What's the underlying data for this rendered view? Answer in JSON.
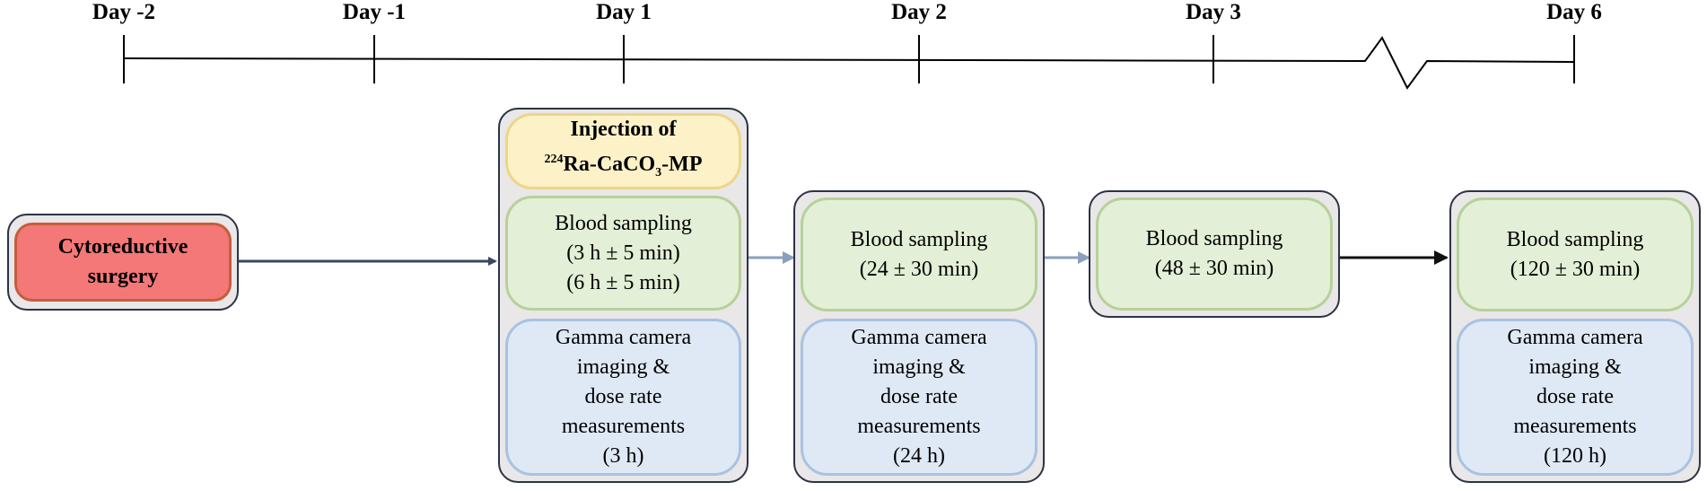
{
  "timeline": {
    "days": [
      "Day -2",
      "Day -1",
      "Day 1",
      "Day 2",
      "Day 3",
      "Day 6"
    ]
  },
  "surgery": {
    "label_1": "Cytoreductive",
    "label_2": "surgery"
  },
  "injection": {
    "line1": "Injection of",
    "isotope": "224",
    "ra": "Ra-CaCO",
    "sub": "3",
    "mp": "-MP"
  },
  "day1": {
    "blood": [
      "Blood sampling",
      "(3 h ± 5 min)",
      "(6 h ± 5 min)"
    ],
    "gamma": [
      "Gamma camera",
      "imaging &",
      "dose rate",
      "measurements",
      "(3 h)"
    ]
  },
  "day2": {
    "blood": [
      "Blood sampling",
      "(24 ± 30 min)"
    ],
    "gamma": [
      "Gamma camera",
      "imaging &",
      "dose rate",
      "measurements",
      "(24 h)"
    ]
  },
  "day3": {
    "blood": [
      "Blood sampling",
      "(48 ± 30 min)"
    ]
  },
  "day6": {
    "blood": [
      "Blood sampling",
      "(120 ± 30 min)"
    ],
    "gamma": [
      "Gamma camera",
      "imaging &",
      "dose rate",
      "measurements",
      "(120 h)"
    ]
  },
  "colors": {
    "axis": "#000000",
    "surgery_fill": "#f37877",
    "injection_fill": "#fdf1c8",
    "blood_fill": "#e3efd6",
    "gamma_fill": "#dfe9f6",
    "group_fill": "#e9e7e7",
    "arrow_dark": "#3a4660",
    "arrow_light": "#8aa0bd"
  }
}
